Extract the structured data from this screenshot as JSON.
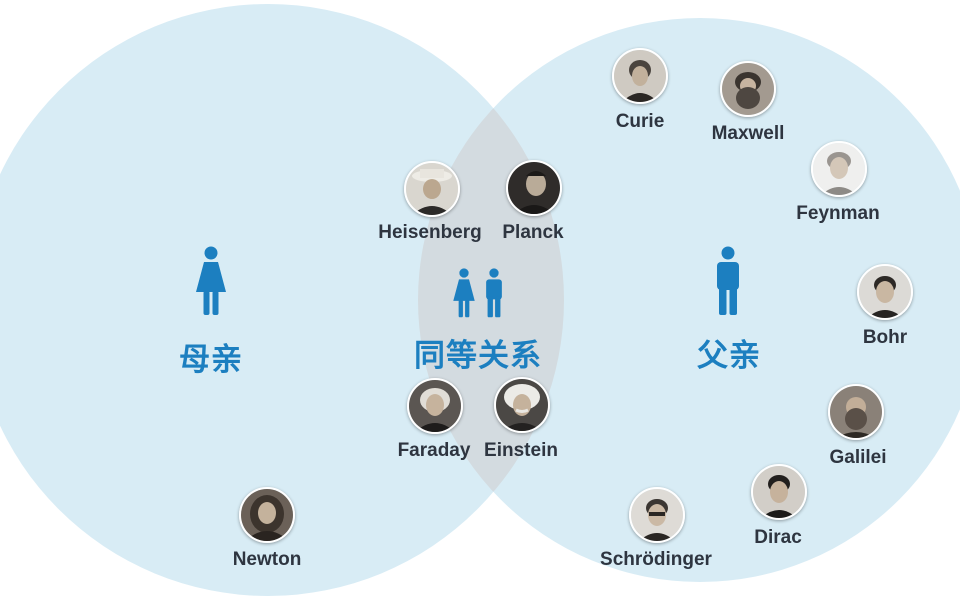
{
  "colors": {
    "circle_fill": "#d8ecf5",
    "overlap_fill": "#d3dbe0",
    "accent": "#1c7fc0",
    "name_text": "#2e3540"
  },
  "groups": {
    "mother": {
      "label": "母亲",
      "icon": "female-icon"
    },
    "equal": {
      "label": "同等关系",
      "icon": "female-male-icon"
    },
    "father": {
      "label": "父亲",
      "icon": "male-icon"
    }
  },
  "people": {
    "newton": "Newton",
    "heisenberg": "Heisenberg",
    "planck": "Planck",
    "faraday": "Faraday",
    "einstein": "Einstein",
    "curie": "Curie",
    "maxwell": "Maxwell",
    "feynman": "Feynman",
    "bohr": "Bohr",
    "galilei": "Galilei",
    "dirac": "Dirac",
    "schrodinger": "Schrödinger"
  }
}
